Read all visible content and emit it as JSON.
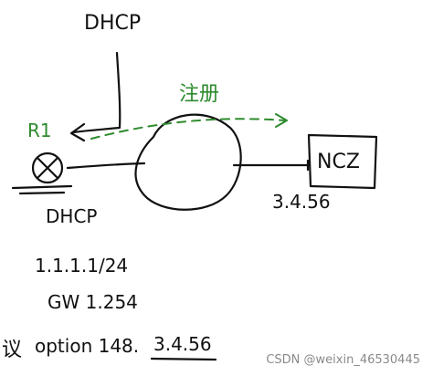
{
  "labels": {
    "dhcp_top": "DHCP",
    "router": "R1",
    "register": "注册",
    "ncz": "NCZ",
    "ncz_ip": "3.4.56",
    "dhcp_local": "DHCP",
    "subnet": "1.1.1.1/24",
    "gateway": "GW 1.254",
    "option_prefix": "议",
    "option_text": "option 148.",
    "option_value": "3.4.56"
  },
  "watermark": "CSDN @weixin_46530445",
  "colors": {
    "ink": "#111111",
    "accent_green": "#2e8b2e",
    "watermark": "#8a8a8a"
  }
}
